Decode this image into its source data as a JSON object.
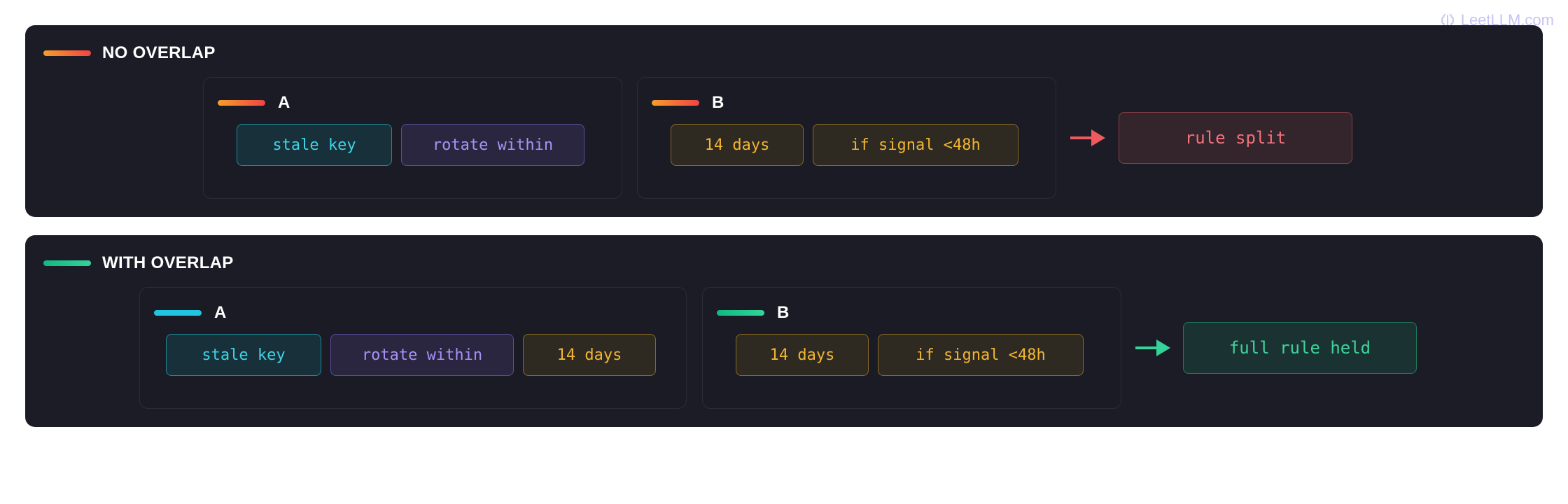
{
  "watermark": "LeetLLM.com",
  "colors": {
    "panel_bg": "#1c1c27",
    "orange_accent": "#f59e2b",
    "red_accent": "#ef4444",
    "green_accent": "#10b981",
    "cyan_accent": "#22c5e0",
    "purple_accent": "#a892f5",
    "amber_accent": "#f2b531"
  },
  "panels": [
    {
      "title": "NO OVERLAP",
      "groups": [
        {
          "label": "A",
          "chips": [
            "stale key",
            "rotate within"
          ]
        },
        {
          "label": "B",
          "chips": [
            "14 days",
            "if signal <48h"
          ]
        }
      ],
      "result": "rule split"
    },
    {
      "title": "WITH OVERLAP",
      "groups": [
        {
          "label": "A",
          "chips": [
            "stale key",
            "rotate within",
            "14 days"
          ]
        },
        {
          "label": "B",
          "chips": [
            "14 days",
            "if signal <48h"
          ]
        }
      ],
      "result": "full rule held"
    }
  ]
}
